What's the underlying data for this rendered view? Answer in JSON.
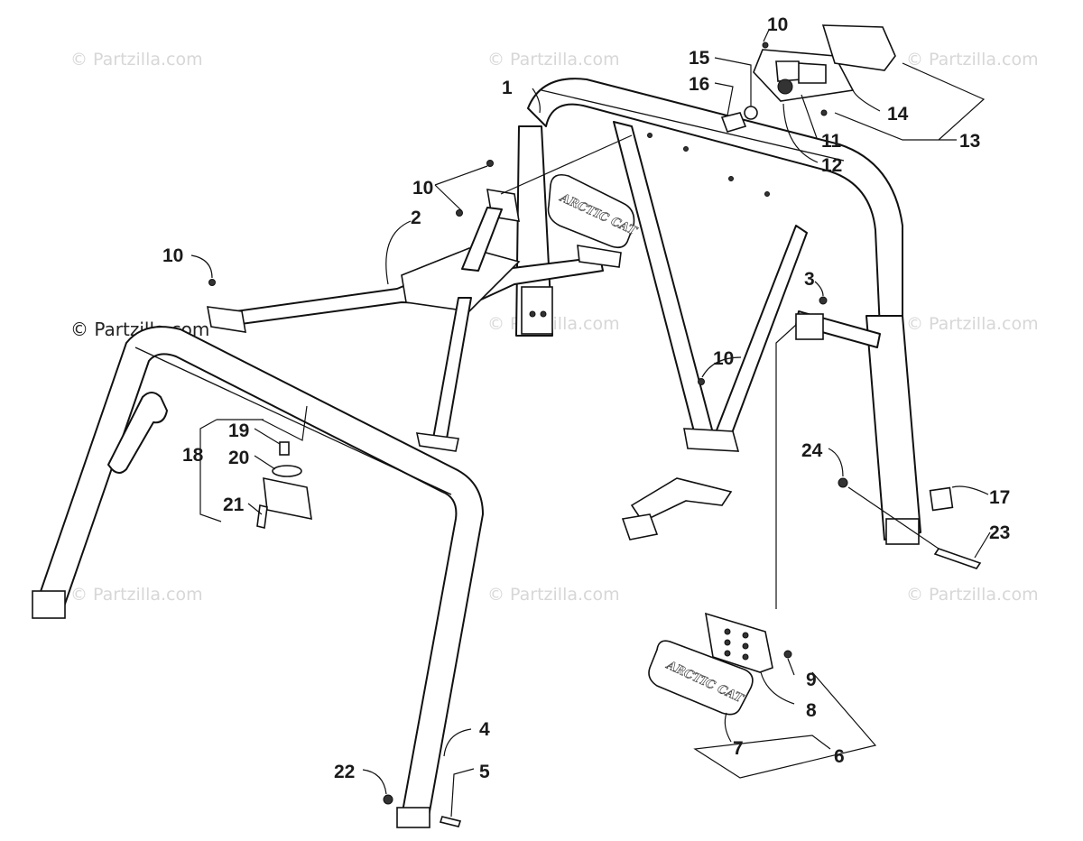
{
  "watermarks": [
    "© Partzilla.com",
    "© Partzilla.com",
    "© Partzilla.com",
    "© Partzilla.com",
    "© Partzilla.com",
    "© Partzilla.com",
    "© Partzilla.com",
    "© Partzilla.com",
    "© Partzilla.com"
  ],
  "watermark_prominent": "© Partzilla.com",
  "logo_text": "ARCTIC CAT",
  "callouts": {
    "c1": "1",
    "c2": "2",
    "c3": "3",
    "c4": "4",
    "c5": "5",
    "c6": "6",
    "c7": "7",
    "c8": "8",
    "c9": "9",
    "c10a": "10",
    "c10b": "10",
    "c10c": "10",
    "c10d": "10",
    "c11": "11",
    "c12": "12",
    "c13": "13",
    "c14": "14",
    "c15": "15",
    "c16": "16",
    "c17": "17",
    "c18": "18",
    "c19": "19",
    "c20": "20",
    "c21": "21",
    "c22": "22",
    "c23": "23",
    "c24": "24"
  }
}
